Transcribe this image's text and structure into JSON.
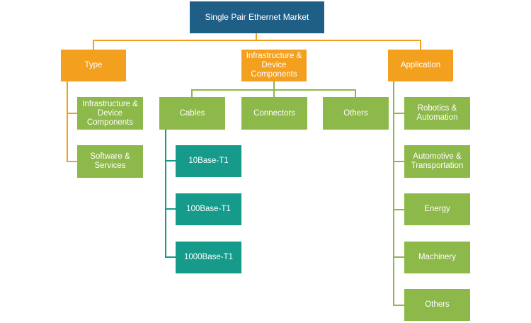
{
  "root": {
    "label": "Single Pair Ethernet Market"
  },
  "type": {
    "label": "Type",
    "children": [
      "Infrastructure & Device Components",
      "Software & Services"
    ]
  },
  "infrastructure": {
    "label": "Infrastructure & Device Components",
    "children": [
      "Cables",
      "Connectors",
      "Others"
    ],
    "cables": [
      "10Base-T1",
      "100Base-T1",
      "1000Base-T1"
    ]
  },
  "application": {
    "label": "Application",
    "children": [
      "Robotics & Automation",
      "Automotive & Transportation",
      "Energy",
      "Machinery",
      "Others"
    ]
  },
  "colors": {
    "root": "#1f5f86",
    "level1": "#f3a01e",
    "level2": "#8db84a",
    "level3": "#169b8a"
  }
}
